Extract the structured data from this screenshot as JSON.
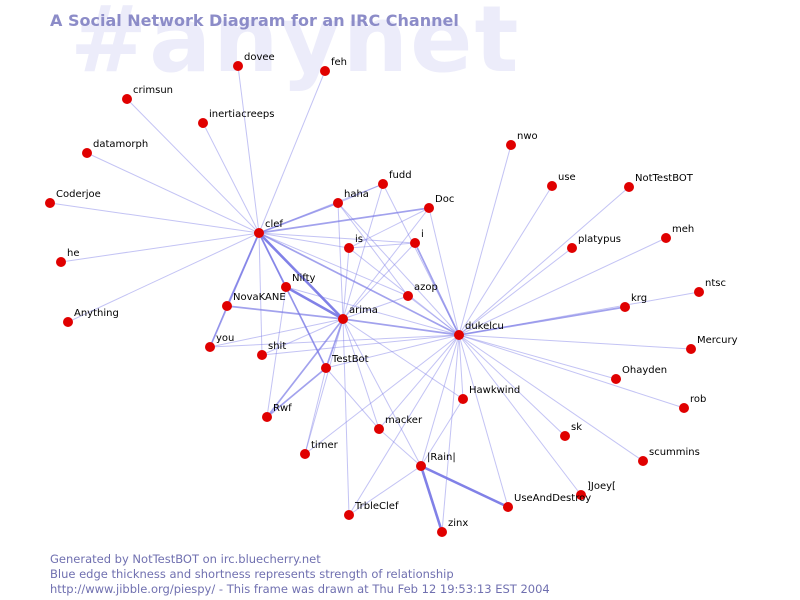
{
  "watermark": "#anynet",
  "title": "A Social Network Diagram for an IRC Channel",
  "footer": {
    "line1": "Generated by NotTestBOT on irc.bluecherry.net",
    "line2": "Blue edge thickness and shortness represents strength of relationship",
    "line3": "http://www.jibble.org/piespy/ - This frame was drawn at Thu Feb 12 19:53:13 EST 2004"
  },
  "colors": {
    "node": "#e00000",
    "edge": "#7a7ae6",
    "title": "#8c8cc8",
    "footer": "#7070b0",
    "watermark": "#ececfa"
  },
  "nodes": [
    {
      "id": "dovee"
    },
    {
      "id": "feh"
    },
    {
      "id": "crimsun"
    },
    {
      "id": "inertiacreeps"
    },
    {
      "id": "datamorph"
    },
    {
      "id": "Coderjoe"
    },
    {
      "id": "he"
    },
    {
      "id": "Anything"
    },
    {
      "id": "clef"
    },
    {
      "id": "haha"
    },
    {
      "id": "fudd"
    },
    {
      "id": "Doc"
    },
    {
      "id": "is"
    },
    {
      "id": "i"
    },
    {
      "id": "Nifty"
    },
    {
      "id": "NovaKANE"
    },
    {
      "id": "azop"
    },
    {
      "id": "arima"
    },
    {
      "id": "you"
    },
    {
      "id": "shit"
    },
    {
      "id": "TestBot"
    },
    {
      "id": "Rwf"
    },
    {
      "id": "timer"
    },
    {
      "id": "macker"
    },
    {
      "id": "Hawkwind"
    },
    {
      "id": "dukelcu"
    },
    {
      "id": "nwo"
    },
    {
      "id": "use"
    },
    {
      "id": "NotTestBOT"
    },
    {
      "id": "platypus"
    },
    {
      "id": "meh"
    },
    {
      "id": "krg"
    },
    {
      "id": "ntsc"
    },
    {
      "id": "Mercury"
    },
    {
      "id": "Ohayden"
    },
    {
      "id": "rob"
    },
    {
      "id": "sk"
    },
    {
      "id": "scummins"
    },
    {
      "id": "]Joey["
    },
    {
      "id": "|Rain|"
    },
    {
      "id": "UseAndDestroy"
    },
    {
      "id": "TrbleClef"
    },
    {
      "id": "zinx"
    }
  ],
  "edges": [
    {
      "source": "clef",
      "target": "dovee",
      "strength": 1
    },
    {
      "source": "clef",
      "target": "feh",
      "strength": 1
    },
    {
      "source": "clef",
      "target": "crimsun",
      "strength": 1
    },
    {
      "source": "clef",
      "target": "inertiacreeps",
      "strength": 1
    },
    {
      "source": "clef",
      "target": "datamorph",
      "strength": 1
    },
    {
      "source": "clef",
      "target": "Coderjoe",
      "strength": 1
    },
    {
      "source": "clef",
      "target": "he",
      "strength": 1
    },
    {
      "source": "clef",
      "target": "Anything",
      "strength": 1
    },
    {
      "source": "clef",
      "target": "haha",
      "strength": 2
    },
    {
      "source": "clef",
      "target": "fudd",
      "strength": 1
    },
    {
      "source": "clef",
      "target": "Doc",
      "strength": 2
    },
    {
      "source": "clef",
      "target": "is",
      "strength": 1
    },
    {
      "source": "clef",
      "target": "i",
      "strength": 1
    },
    {
      "source": "clef",
      "target": "Nifty",
      "strength": 2
    },
    {
      "source": "clef",
      "target": "NovaKANE",
      "strength": 2
    },
    {
      "source": "clef",
      "target": "arima",
      "strength": 3
    },
    {
      "source": "clef",
      "target": "you",
      "strength": 2
    },
    {
      "source": "clef",
      "target": "shit",
      "strength": 1
    },
    {
      "source": "clef",
      "target": "TestBot",
      "strength": 2
    },
    {
      "source": "clef",
      "target": "dukelcu",
      "strength": 2
    },
    {
      "source": "clef",
      "target": "azop",
      "strength": 1
    },
    {
      "source": "arima",
      "target": "Nifty",
      "strength": 3
    },
    {
      "source": "arima",
      "target": "NovaKANE",
      "strength": 2
    },
    {
      "source": "arima",
      "target": "haha",
      "strength": 1
    },
    {
      "source": "arima",
      "target": "fudd",
      "strength": 1
    },
    {
      "source": "arima",
      "target": "Doc",
      "strength": 1
    },
    {
      "source": "arima",
      "target": "is",
      "strength": 1
    },
    {
      "source": "arima",
      "target": "i",
      "strength": 1
    },
    {
      "source": "arima",
      "target": "azop",
      "strength": 1
    },
    {
      "source": "arima",
      "target": "dukelcu",
      "strength": 2
    },
    {
      "source": "arima",
      "target": "shit",
      "strength": 1
    },
    {
      "source": "arima",
      "target": "you",
      "strength": 1
    },
    {
      "source": "arima",
      "target": "TestBot",
      "strength": 2
    },
    {
      "source": "arima",
      "target": "Rwf",
      "strength": 2
    },
    {
      "source": "arima",
      "target": "timer",
      "strength": 1
    },
    {
      "source": "arima",
      "target": "macker",
      "strength": 1
    },
    {
      "source": "arima",
      "target": "Hawkwind",
      "strength": 1
    },
    {
      "source": "arima",
      "target": "|Rain|",
      "strength": 1
    },
    {
      "source": "arima",
      "target": "TrbleClef",
      "strength": 1
    },
    {
      "source": "Nifty",
      "target": "TestBot",
      "strength": 1
    },
    {
      "source": "Nifty",
      "target": "Rwf",
      "strength": 1
    },
    {
      "source": "Nifty",
      "target": "dukelcu",
      "strength": 1
    },
    {
      "source": "NovaKANE",
      "target": "you",
      "strength": 1
    },
    {
      "source": "TestBot",
      "target": "Rwf",
      "strength": 2
    },
    {
      "source": "TestBot",
      "target": "timer",
      "strength": 1
    },
    {
      "source": "TestBot",
      "target": "macker",
      "strength": 1
    },
    {
      "source": "TestBot",
      "target": "dukelcu",
      "strength": 1
    },
    {
      "source": "dukelcu",
      "target": "haha",
      "strength": 1
    },
    {
      "source": "dukelcu",
      "target": "fudd",
      "strength": 1
    },
    {
      "source": "dukelcu",
      "target": "Doc",
      "strength": 1
    },
    {
      "source": "dukelcu",
      "target": "is",
      "strength": 1
    },
    {
      "source": "dukelcu",
      "target": "i",
      "strength": 2
    },
    {
      "source": "dukelcu",
      "target": "azop",
      "strength": 1
    },
    {
      "source": "dukelcu",
      "target": "nwo",
      "strength": 1
    },
    {
      "source": "dukelcu",
      "target": "use",
      "strength": 1
    },
    {
      "source": "dukelcu",
      "target": "NotTestBOT",
      "strength": 1
    },
    {
      "source": "dukelcu",
      "target": "platypus",
      "strength": 1
    },
    {
      "source": "dukelcu",
      "target": "meh",
      "strength": 1
    },
    {
      "source": "dukelcu",
      "target": "krg",
      "strength": 2
    },
    {
      "source": "dukelcu",
      "target": "ntsc",
      "strength": 1
    },
    {
      "source": "dukelcu",
      "target": "Mercury",
      "strength": 1
    },
    {
      "source": "dukelcu",
      "target": "Ohayden",
      "strength": 1
    },
    {
      "source": "dukelcu",
      "target": "rob",
      "strength": 1
    },
    {
      "source": "dukelcu",
      "target": "sk",
      "strength": 1
    },
    {
      "source": "dukelcu",
      "target": "scummins",
      "strength": 1
    },
    {
      "source": "dukelcu",
      "target": "]Joey[",
      "strength": 1
    },
    {
      "source": "dukelcu",
      "target": "Hawkwind",
      "strength": 1
    },
    {
      "source": "dukelcu",
      "target": "macker",
      "strength": 1
    },
    {
      "source": "dukelcu",
      "target": "|Rain|",
      "strength": 1
    },
    {
      "source": "dukelcu",
      "target": "UseAndDestroy",
      "strength": 1
    },
    {
      "source": "dukelcu",
      "target": "TrbleClef",
      "strength": 1
    },
    {
      "source": "dukelcu",
      "target": "zinx",
      "strength": 1
    },
    {
      "source": "dukelcu",
      "target": "shit",
      "strength": 1
    },
    {
      "source": "dukelcu",
      "target": "you",
      "strength": 1
    },
    {
      "source": "dukelcu",
      "target": "timer",
      "strength": 1
    },
    {
      "source": "|Rain|",
      "target": "UseAndDestroy",
      "strength": 3
    },
    {
      "source": "|Rain|",
      "target": "zinx",
      "strength": 3
    },
    {
      "source": "|Rain|",
      "target": "TrbleClef",
      "strength": 1
    },
    {
      "source": "|Rain|",
      "target": "macker",
      "strength": 1
    },
    {
      "source": "|Rain|",
      "target": "Hawkwind",
      "strength": 1
    },
    {
      "source": "is",
      "target": "Doc",
      "strength": 1
    },
    {
      "source": "is",
      "target": "i",
      "strength": 1
    },
    {
      "source": "haha",
      "target": "fudd",
      "strength": 1
    },
    {
      "source": "haha",
      "target": "azop",
      "strength": 1
    }
  ]
}
